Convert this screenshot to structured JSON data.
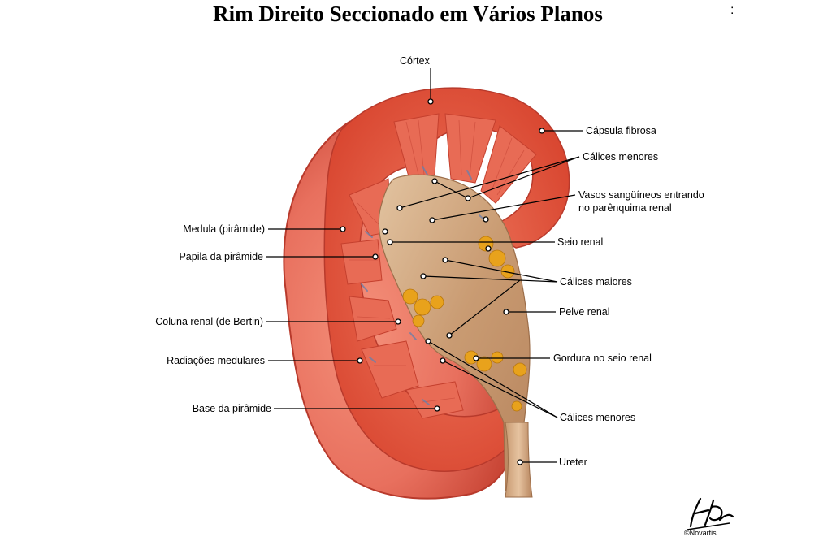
{
  "title": "Rim Direito Seccionado em Vários Planos",
  "corner_mark": ":",
  "labels": {
    "cortex": "Córtex",
    "capsula": "Cápsula fibrosa",
    "calices_menores_top": "Cálices menores",
    "vasos_l1": "Vasos sangüíneos entrando",
    "vasos_l2": "no parênquima renal",
    "seio": "Seio renal",
    "calices_maiores": "Cálices maiores",
    "pelve": "Pelve renal",
    "gordura": "Gordura no seio renal",
    "calices_menores_bottom": "Cálices menores",
    "ureter": "Ureter",
    "medula": "Medula (pirâmide)",
    "papila": "Papila da pirâmide",
    "coluna": "Coluna renal (de Bertin)",
    "radiacoes": "Radiações medulares",
    "base": "Base da pirâmide"
  },
  "signature": "F. Netter",
  "copyright": "©Novartis",
  "colors": {
    "cortex": "#e2563f",
    "capsule": "#d9453a",
    "medulla": "#e86b55",
    "sinus": "#c9a27a",
    "fat": "#e8a21c",
    "outer": "#e8705e"
  }
}
